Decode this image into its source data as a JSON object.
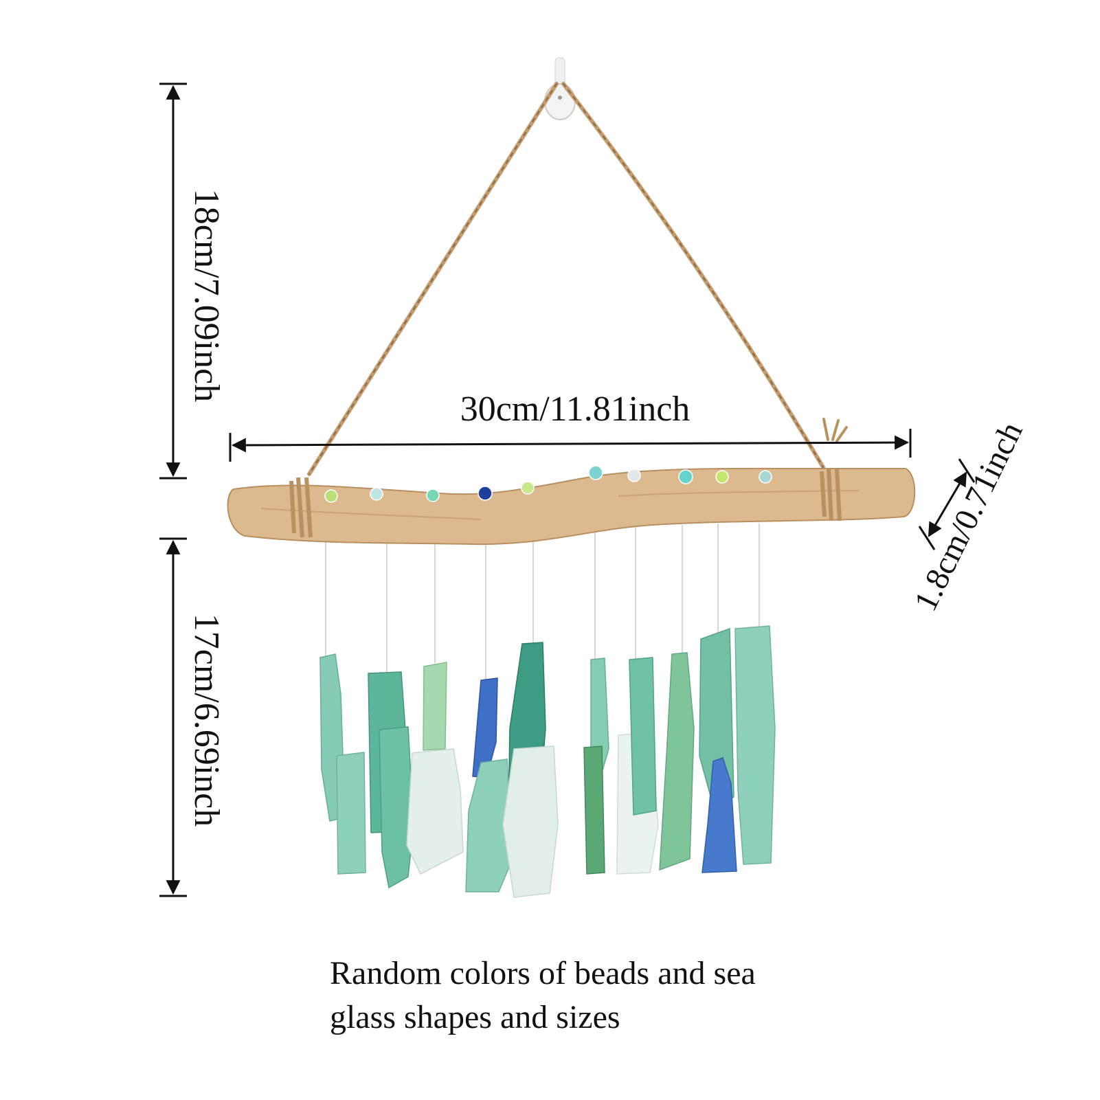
{
  "dimensions": {
    "hanging_height": "18cm/7.09inch",
    "glass_length": "17cm/6.69inch",
    "branch_width": "30cm/11.81inch",
    "branch_thickness": "1.8cm/0.71inch"
  },
  "note": {
    "line1": "Random colors of beads and sea",
    "line2": "glass shapes and sizes"
  },
  "colors": {
    "background": "#ffffff",
    "rope": "#c49c6e",
    "driftwood": "#d9b589",
    "sea_glass_teal": "#7fc4b0",
    "sea_glass_green": "#5fae86",
    "sea_glass_blue": "#3f6fc6",
    "sea_glass_white": "#e3efe9"
  },
  "icons": [
    "wall-hook-icon",
    "dimension-arrow-icon"
  ]
}
